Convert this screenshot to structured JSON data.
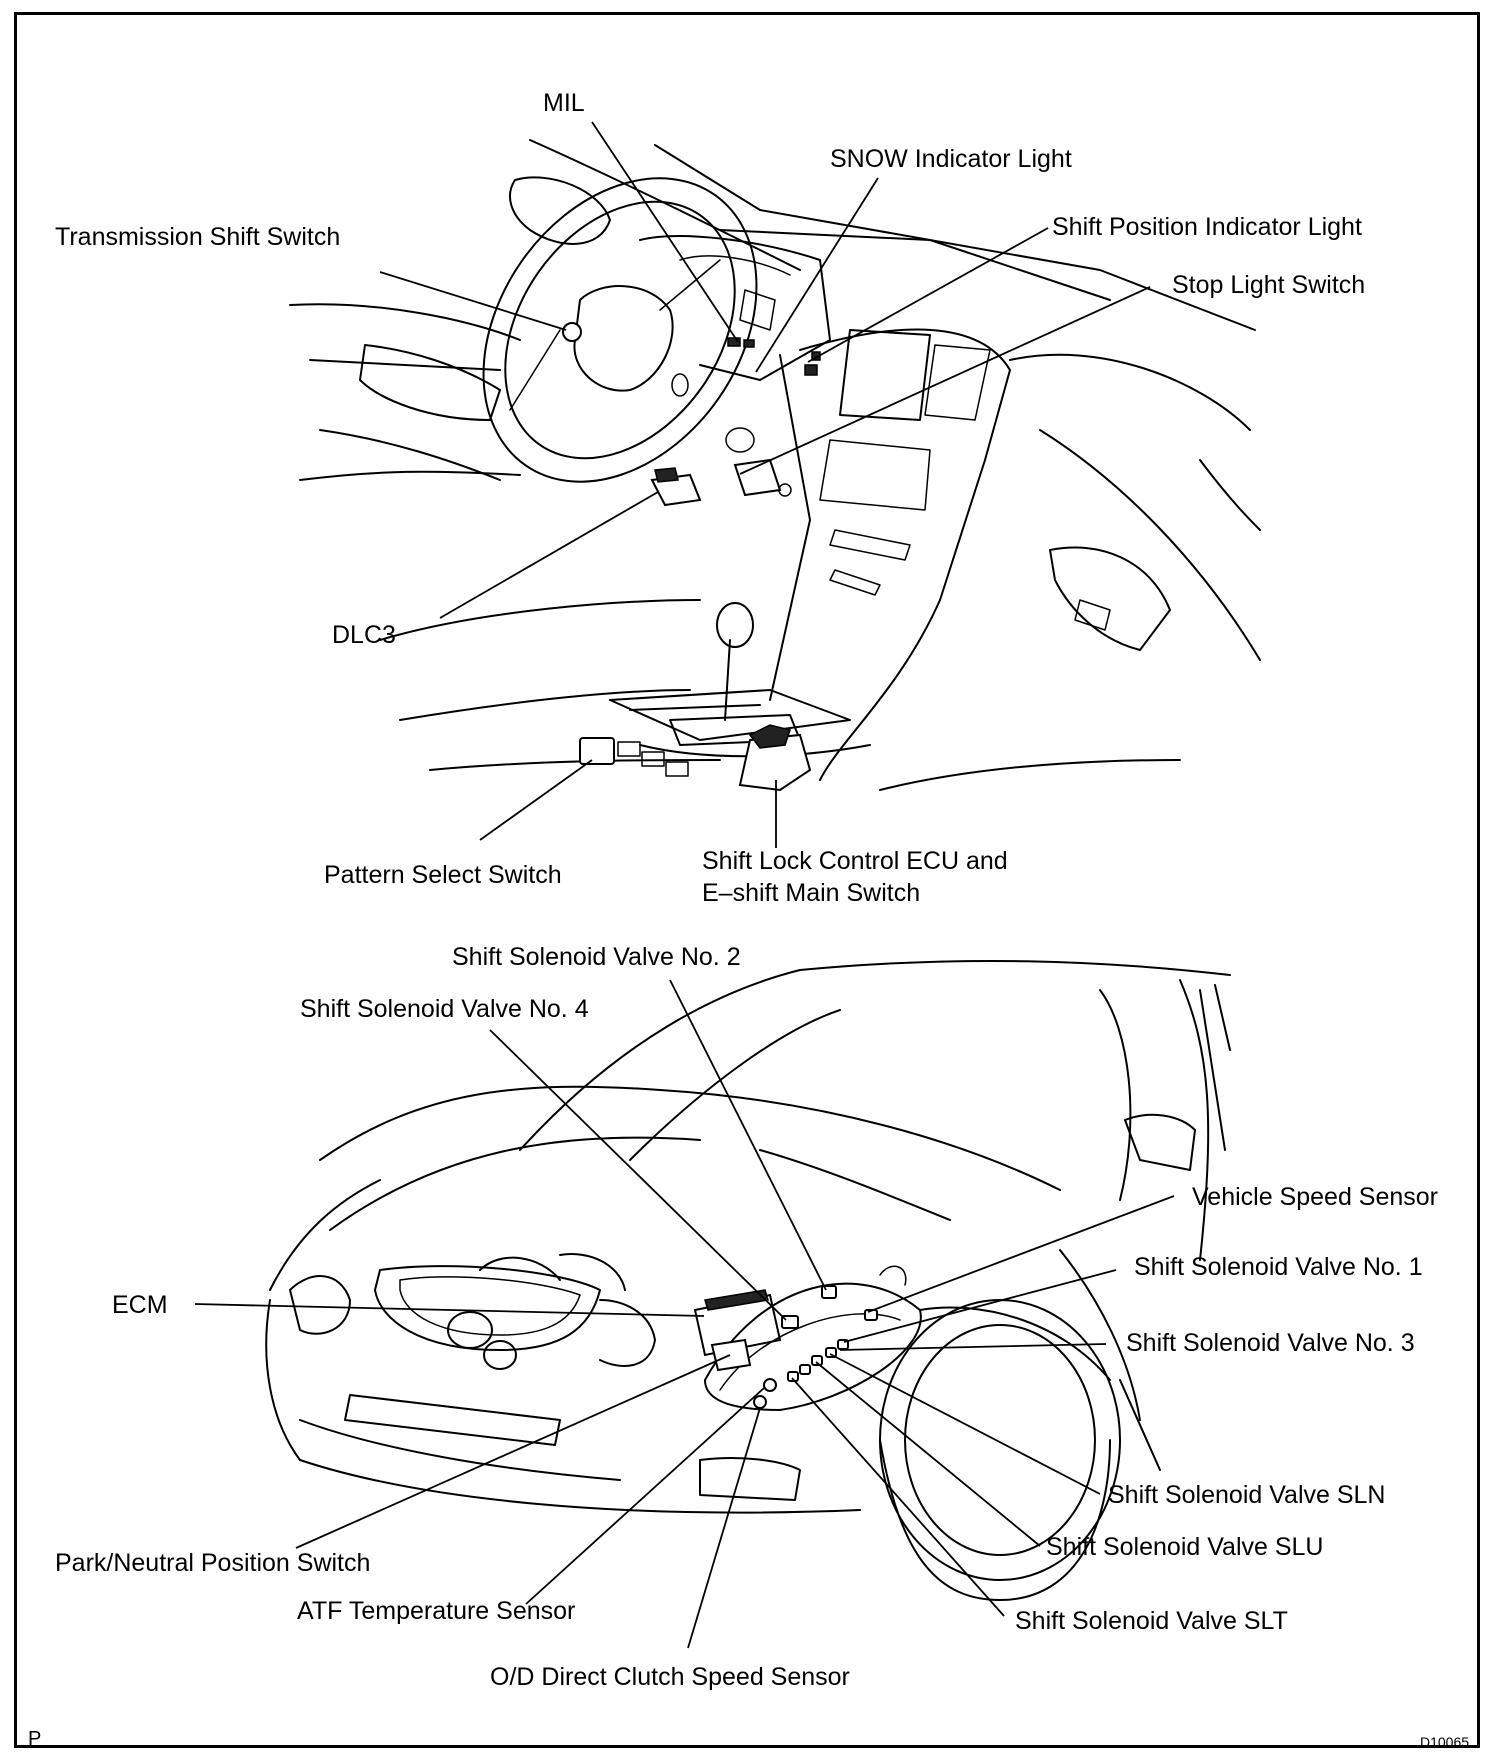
{
  "colors": {
    "line": "#000000",
    "background": "#ffffff"
  },
  "labels": {
    "mil": "MIL",
    "snow_indicator_light": "SNOW Indicator Light",
    "transmission_shift_switch": "Transmission Shift Switch",
    "shift_position_indicator_light": "Shift Position Indicator Light",
    "stop_light_switch": "Stop Light Switch",
    "dlc3": "DLC3",
    "pattern_select_switch": "Pattern Select Switch",
    "shift_lock_ecu_line1": "Shift Lock Control ECU and",
    "shift_lock_ecu_line2": "E–shift Main Switch",
    "shift_solenoid_no2": "Shift Solenoid Valve No. 2",
    "shift_solenoid_no4": "Shift Solenoid Valve No. 4",
    "vehicle_speed_sensor": "Vehicle Speed Sensor",
    "shift_solenoid_no1": "Shift Solenoid Valve No. 1",
    "ecm": "ECM",
    "shift_solenoid_no3": "Shift Solenoid Valve No. 3",
    "shift_solenoid_sln": "Shift Solenoid Valve SLN",
    "park_neutral_position_switch": "Park/Neutral Position Switch",
    "shift_solenoid_slu": "Shift Solenoid Valve SLU",
    "atf_temperature_sensor": "ATF Temperature Sensor",
    "shift_solenoid_slt": "Shift Solenoid Valve SLT",
    "od_direct_clutch_speed_sensor": "O/D Direct Clutch Speed Sensor"
  },
  "footer": {
    "left_mark": "P",
    "figure_id": "D10065"
  }
}
